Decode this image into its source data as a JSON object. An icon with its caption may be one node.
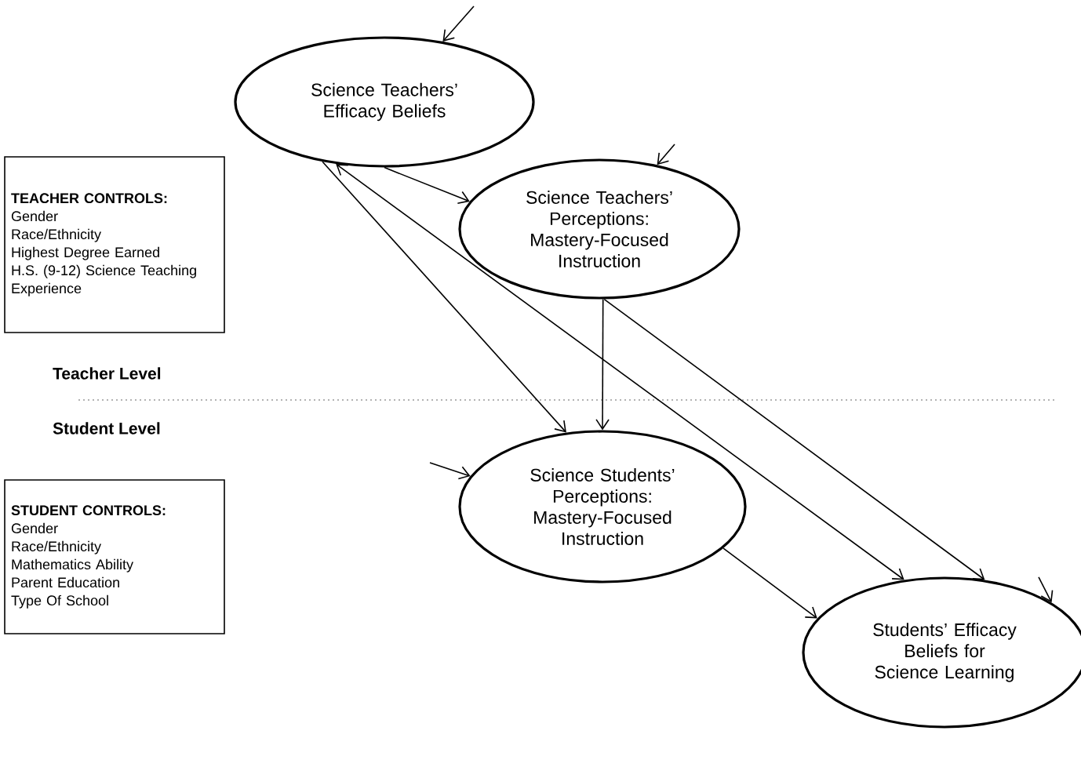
{
  "diagram": {
    "nodes": [
      {
        "text": [
          "Science Teachers’ Efficacy Beliefs"
        ]
      },
      {
        "text": [
          "Science Teachers’ Perceptions: Mastery-Focused Instruction"
        ]
      },
      {
        "text": [
          "Science Students’ Perceptions: Mastery-Focused Instruction"
        ]
      },
      {
        "text": [
          "Students’ Efficacy Beliefs for Science Learning"
        ]
      },
      {
        "text": [
          "TEACHER CONTROLS:",
          "Gender",
          "Race/Ethnicity",
          "Highest Degree Earned",
          "H.S. (9-12) Science Teaching Experience"
        ]
      },
      {
        "text": [
          "STUDENT CONTROLS:",
          "Gender",
          "Race/Ethnicity",
          "Mathematics Ability",
          "Parent Education",
          "Type Of School"
        ]
      }
    ],
    "edges": [
      {
        "from": 0,
        "to": 1,
        "arrow": "to"
      },
      {
        "from": 0,
        "to": 2,
        "arrow": "to"
      },
      {
        "from": 0,
        "to": 3,
        "arrow": "both"
      },
      {
        "from": 1,
        "to": 2,
        "arrow": "to"
      },
      {
        "from": 1,
        "to": 3,
        "arrow": "to"
      },
      {
        "from": 2,
        "to": 3,
        "arrow": "to"
      },
      {
        "from": null,
        "to": 0,
        "arrow": "to"
      },
      {
        "from": null,
        "to": 1,
        "arrow": "to"
      },
      {
        "from": null,
        "to": 2,
        "arrow": "to"
      },
      {
        "from": null,
        "to": 3,
        "arrow": "to"
      }
    ],
    "labels": [
      "Teacher Level",
      "Student Level"
    ]
  }
}
